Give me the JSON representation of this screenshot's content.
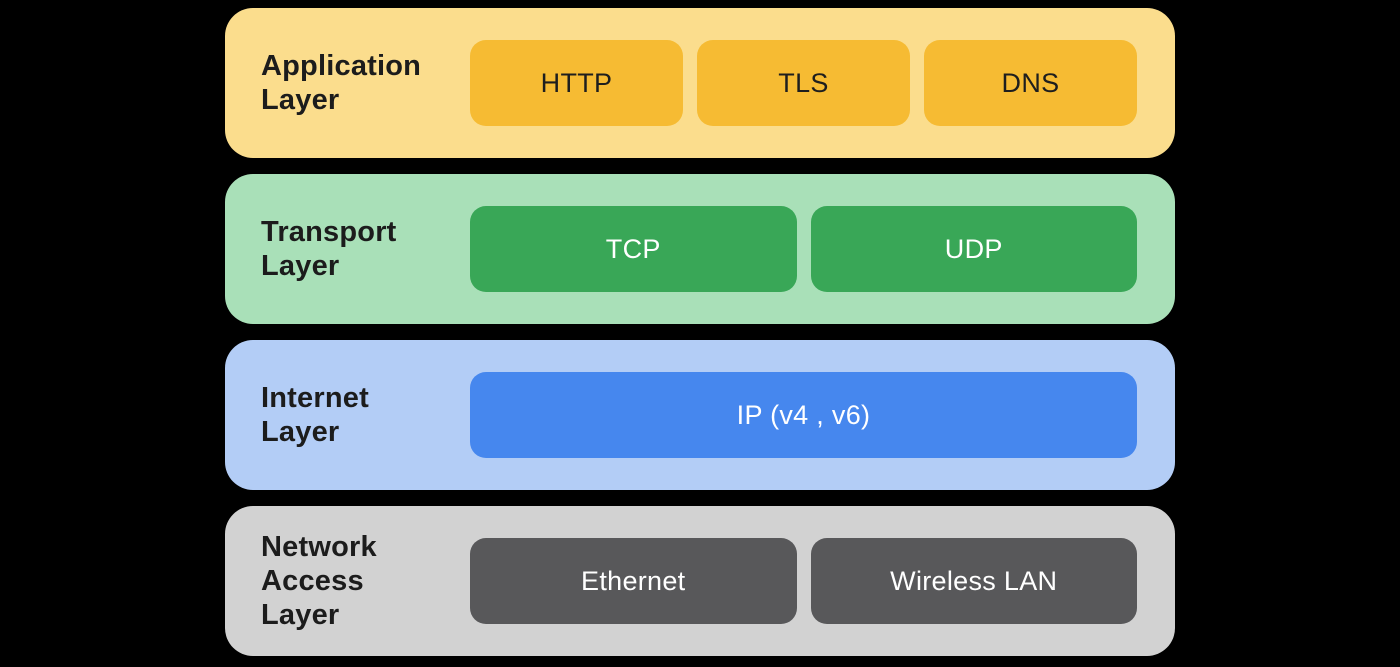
{
  "title": "TCP/IP network layer model diagram",
  "background_color": "#000000",
  "label_text_color": "#1C1C1C",
  "layers": [
    {
      "label": "Application\nLayer",
      "bg": "#FBDD8D",
      "box_bg": "#F6BB33",
      "box_text_color": "#1E1E1E",
      "boxes": [
        "HTTP",
        "TLS",
        "DNS"
      ]
    },
    {
      "label": "Transport\nLayer",
      "bg": "#A9E0B8",
      "box_bg": "#39A757",
      "box_text_color": "#FFFFFF",
      "boxes": [
        "TCP",
        "UDP"
      ]
    },
    {
      "label": "Internet\nLayer",
      "bg": "#B3CDF6",
      "box_bg": "#4687EE",
      "box_text_color": "#FFFFFF",
      "boxes": [
        "IP (v4 , v6)"
      ]
    },
    {
      "label": "Network\nAccess\nLayer",
      "bg": "#D2D2D2",
      "box_bg": "#58585A",
      "box_text_color": "#FFFFFF",
      "boxes": [
        "Ethernet",
        "Wireless LAN"
      ]
    }
  ]
}
